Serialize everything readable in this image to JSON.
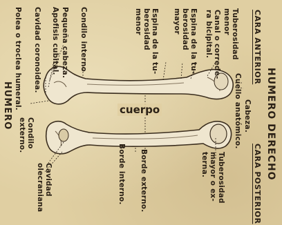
{
  "title": "HUMERO DERECHO",
  "caption": "HUMERO",
  "center_label": "cuerpo",
  "sections": {
    "anterior": "CARA ANTERIOR",
    "posterior": "CARA POSTERIOR"
  },
  "labels": {
    "cabeza": "Cabeza.",
    "cuello": "Cuello anatómico.",
    "tuberosidad_menor": "Tuberosidad\nmenor",
    "canal": "Canal o correde-\nra bicipital.",
    "espina_mayor": "Espina de la tu-\nberosidad\nmayor",
    "espina_menor": "Espina de la tu-\nberosidad\nmenor",
    "condilo_interno": "Condilo interno",
    "pequena_cabeza": "Pequeña cabeza.",
    "apofisis": "Apofisis cubital.",
    "cavidad_coronoidea": "Cavidad coronoidea.",
    "polea": "Polea o troclea humeral.",
    "tuberosidad_mayor": "Tuberosidad\nmayor o ex-\nterna.",
    "borde_externo": "Borde externo.",
    "borde_interno": "Borde interno.",
    "cavidad_olecraniana": "Cavidad\nolecraniana",
    "condilo_externo": "Condilo\nexterno."
  },
  "colors": {
    "paper": "#e0cfa2",
    "ink": "#2b2116",
    "bone": "#efe6cf",
    "shade": "#6b5b45"
  }
}
